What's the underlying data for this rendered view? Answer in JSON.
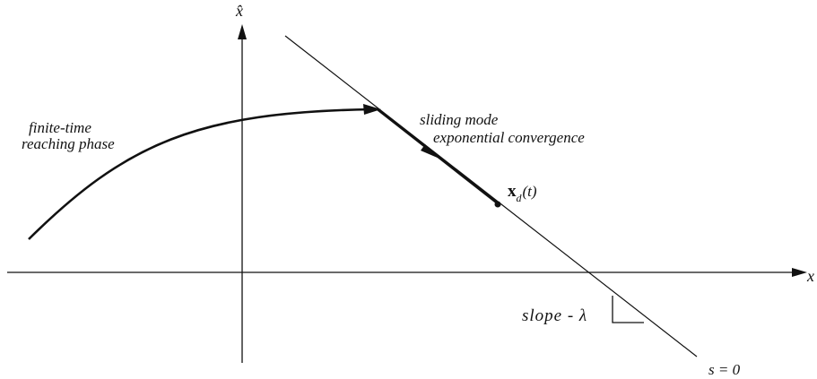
{
  "labels": {
    "y_axis": "x̂",
    "x_axis": "x",
    "reaching_line1": "finite-time",
    "reaching_line2": "reaching phase",
    "sliding_line1": "sliding mode",
    "sliding_line2": "exponential convergence",
    "xd_main": "x",
    "xd_sub": "d",
    "xd_arg": "(t)",
    "slope": "slope - λ",
    "surface": "s = 0"
  },
  "colors": {
    "stroke": "#111111",
    "background": "#ffffff"
  }
}
